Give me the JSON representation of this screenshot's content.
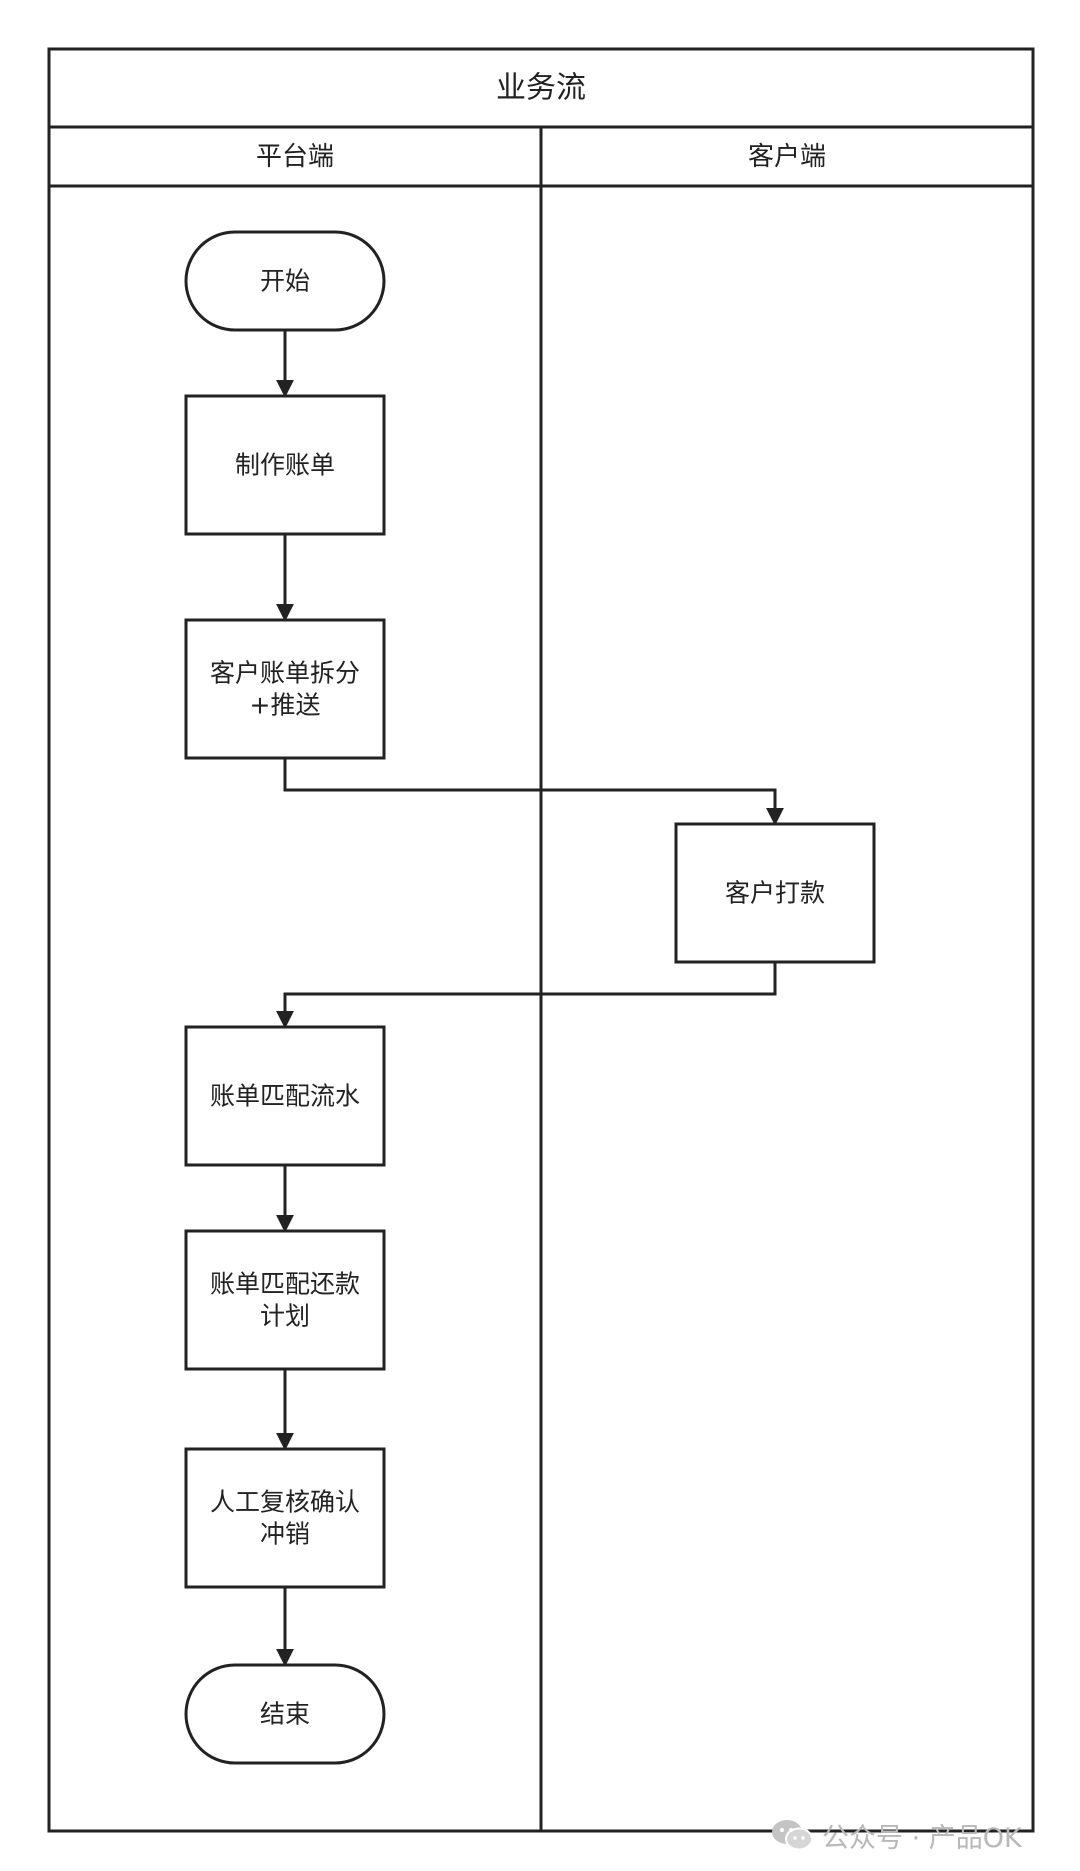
{
  "title": "业务流",
  "lanes": [
    {
      "id": "platform",
      "label": "平台端"
    },
    {
      "id": "client",
      "label": "客户端"
    }
  ],
  "nodes": [
    {
      "id": "start",
      "shape": "terminator",
      "lane": "platform",
      "lines": [
        "开始"
      ]
    },
    {
      "id": "make_bill",
      "shape": "process",
      "lane": "platform",
      "lines": [
        "制作账单"
      ]
    },
    {
      "id": "split_push",
      "shape": "process",
      "lane": "platform",
      "lines": [
        "客户账单拆分",
        "+推送"
      ]
    },
    {
      "id": "client_pay",
      "shape": "process",
      "lane": "client",
      "lines": [
        "客户打款"
      ]
    },
    {
      "id": "match_flow",
      "shape": "process",
      "lane": "platform",
      "lines": [
        "账单匹配流水"
      ]
    },
    {
      "id": "match_plan",
      "shape": "process",
      "lane": "platform",
      "lines": [
        "账单匹配还款",
        "计划"
      ]
    },
    {
      "id": "manual_review",
      "shape": "process",
      "lane": "platform",
      "lines": [
        "人工复核确认",
        "冲销"
      ]
    },
    {
      "id": "end",
      "shape": "terminator",
      "lane": "platform",
      "lines": [
        "结束"
      ]
    }
  ],
  "edges": [
    {
      "from": "start",
      "to": "make_bill"
    },
    {
      "from": "make_bill",
      "to": "split_push"
    },
    {
      "from": "split_push",
      "to": "client_pay"
    },
    {
      "from": "client_pay",
      "to": "match_flow"
    },
    {
      "from": "match_flow",
      "to": "match_plan"
    },
    {
      "from": "match_plan",
      "to": "manual_review"
    },
    {
      "from": "manual_review",
      "to": "end"
    }
  ],
  "watermark": {
    "text": "公众号 · 产品OK",
    "icon": "wechat-icon"
  },
  "colors": {
    "line": "#222222",
    "background": "#ffffff",
    "watermark": "#b8b8b8"
  }
}
